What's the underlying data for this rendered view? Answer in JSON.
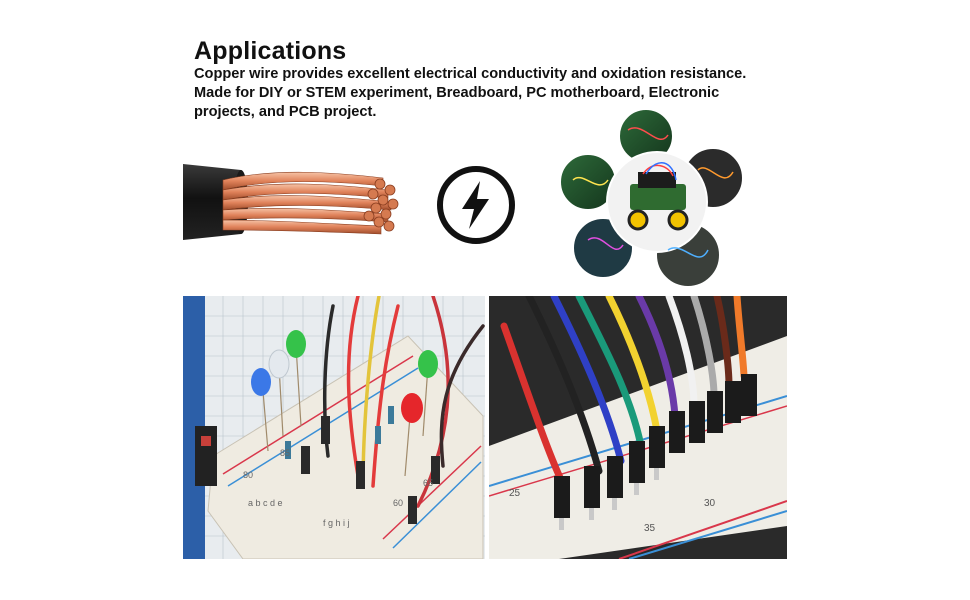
{
  "heading": "Applications",
  "description": {
    "line1": "Copper wire provides excellent electrical conductivity and oxidation resistance.",
    "line2": "Made for DIY or STEM experiment, Breadboard, PC motherboard, Electronic",
    "line3": "projects, and PCB project."
  },
  "icons": {
    "power": "lightning-bolt-icon"
  },
  "breadboard_labels": {
    "left_row_letters": "a b c d e",
    "right_row_letters": "f g h i j",
    "left_numbers": [
      "80",
      "85"
    ],
    "right_numbers": [
      "60",
      "65"
    ],
    "jumper_numbers": [
      "25",
      "30",
      "35"
    ]
  },
  "colors": {
    "copper": "#e0825a",
    "breadboard": "#eeeae0",
    "rail_red": "#d9374b",
    "rail_blue": "#3a8fd6"
  }
}
